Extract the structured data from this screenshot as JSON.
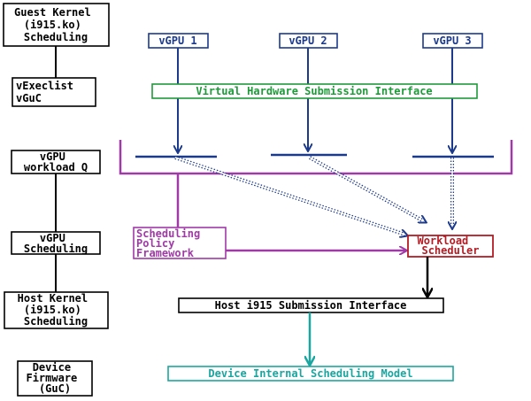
{
  "left_stages": [
    {
      "lines": [
        "Guest Kernel",
        "(i915.ko)",
        "Scheduling"
      ]
    },
    {
      "lines": [
        "vExeclist",
        "vGuC"
      ]
    },
    {
      "lines": [
        "vGPU",
        "workload Q"
      ]
    },
    {
      "lines": [
        "vGPU",
        "Scheduling"
      ]
    },
    {
      "lines": [
        "Host Kernel",
        "(i915.ko)",
        "Scheduling"
      ]
    },
    {
      "lines": [
        "Device",
        "Firmware",
        "(GuC)"
      ]
    }
  ],
  "vgpus": [
    "vGPU 1",
    "vGPU 2",
    "vGPU 3"
  ],
  "virtual_interface": "Virtual Hardware Submission Interface",
  "policy_framework": {
    "lines": [
      "Scheduling",
      "Policy",
      "Framework"
    ]
  },
  "workload_scheduler": {
    "lines": [
      "Workload",
      "Scheduler"
    ]
  },
  "host_interface": "Host i915 Submission Interface",
  "device_model": "Device Internal Scheduling Model",
  "colors": {
    "black": "#000000",
    "blue": "#1c3a8c",
    "green": "#1f9a3a",
    "purple": "#a03aa6",
    "red": "#b41c24",
    "teal": "#1aa6a0"
  }
}
